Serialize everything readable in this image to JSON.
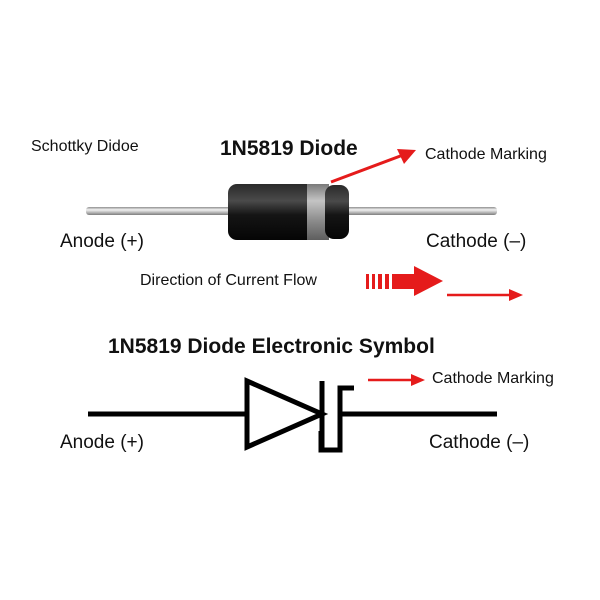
{
  "labels": {
    "schottky": "Schottky Didoe",
    "diode_title": "1N5819 Diode",
    "cathode_marking_top": "Cathode Marking",
    "anode_top": "Anode (+)",
    "cathode_top": "Cathode (–)",
    "current_flow": "Direction of Current Flow",
    "symbol_title": "1N5819 Diode Electronic Symbol",
    "cathode_marking_bottom": "Cathode Marking",
    "anode_bottom": "Anode (+)",
    "cathode_bottom": "Cathode (–)"
  },
  "colors": {
    "arrow": "#e51b1b",
    "diode_body": "#141414",
    "cathode_band": "#9a9a9a",
    "lead": "#b8b8b8",
    "symbol": "#000000"
  },
  "icons": [
    "red-arrow-icon",
    "dashed-flow-arrow-icon",
    "diode-symbol-icon"
  ]
}
